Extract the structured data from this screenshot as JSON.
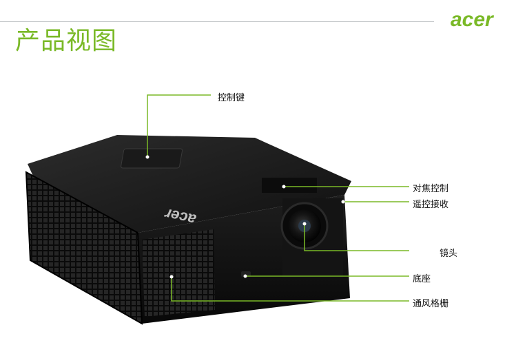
{
  "page": {
    "title": "产品视图",
    "brand": "acer"
  },
  "callouts": {
    "control_keys": "控制键",
    "focus_control": "对焦控制",
    "remote_receiver": "遥控接收",
    "lens": "镜头",
    "base": "底座",
    "vent_grille": "通风格栅"
  },
  "colors": {
    "accent": "#7ab927",
    "rule": "#bfc2c5",
    "projector_body": "#151515"
  }
}
